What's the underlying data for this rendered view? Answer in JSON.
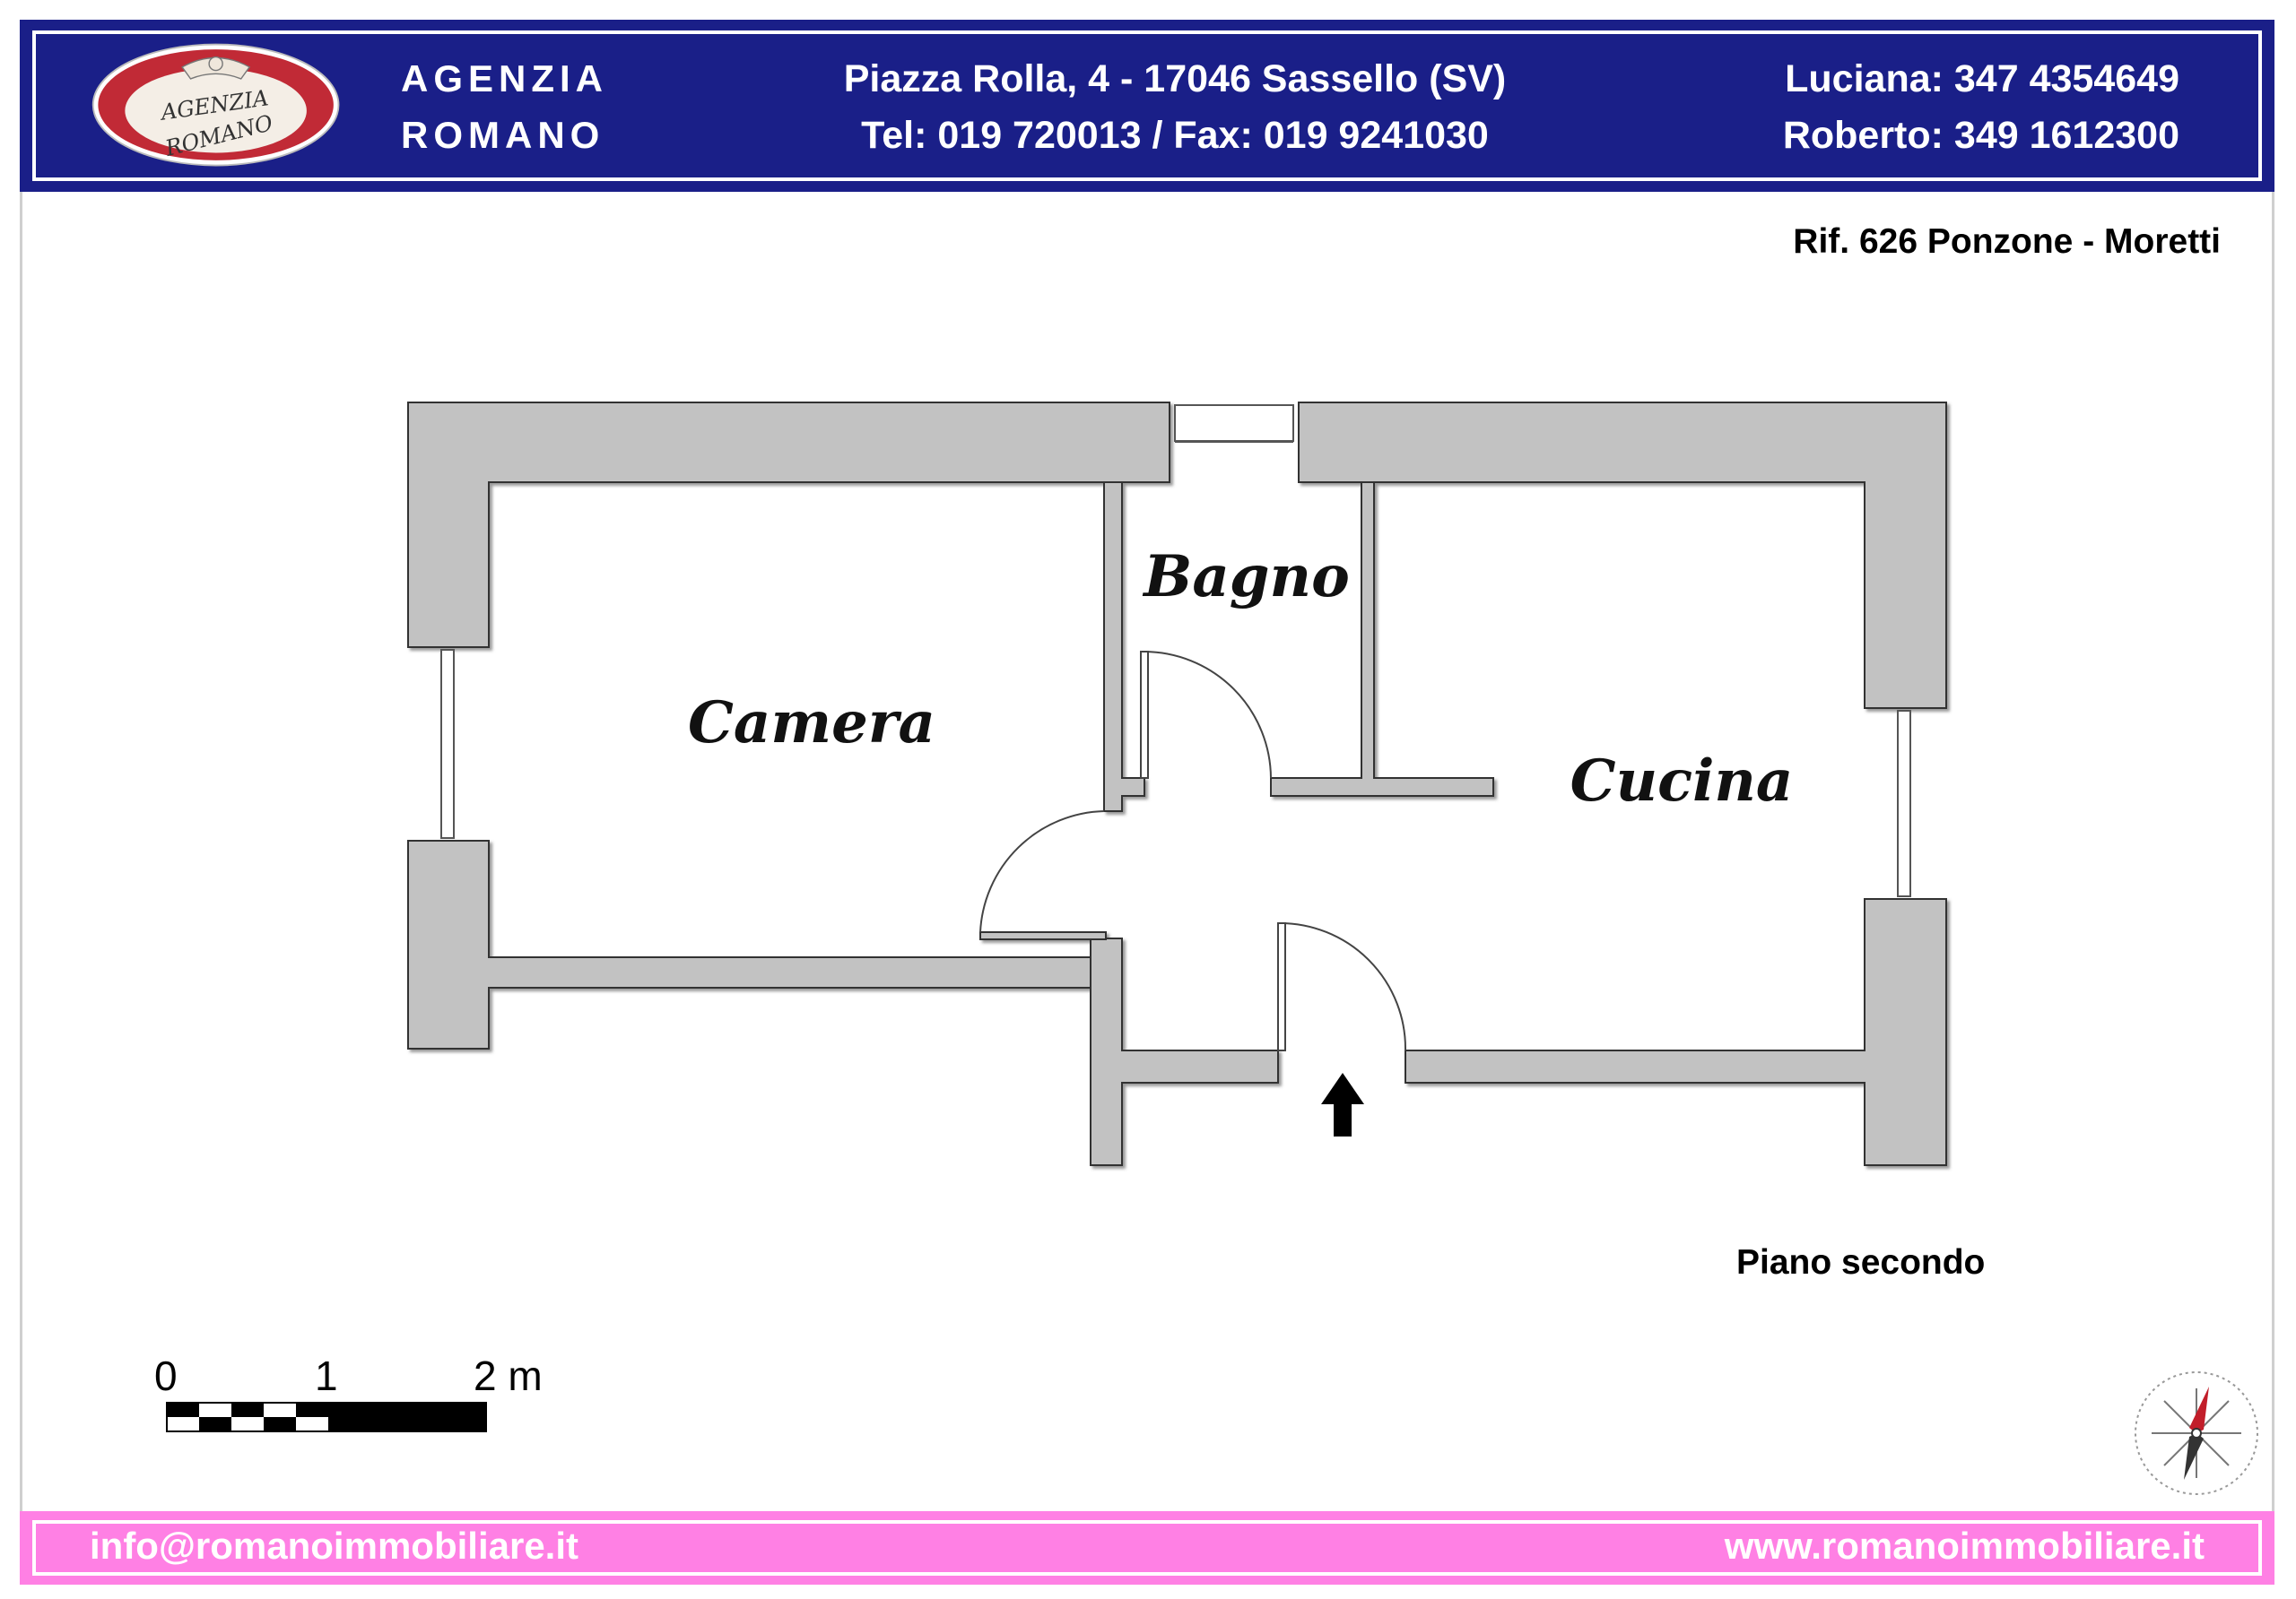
{
  "header": {
    "logo_text": [
      "AGENZIA",
      "ROMANO"
    ],
    "agency_line1": "AGENZIA",
    "agency_line2": "ROMANO",
    "address": "Piazza Rolla, 4 - 17046 Sassello (SV)",
    "phone_fax": "Tel: 019 720013 / Fax: 019 9241030",
    "contact1": "Luciana: 347 4354649",
    "contact2": "Roberto: 349 1612300"
  },
  "reference": "Rif. 626 Ponzone - Moretti",
  "rooms": {
    "camera": "Camera",
    "bagno": "Bagno",
    "cucina": "Cucina"
  },
  "floor_label": "Piano secondo",
  "scale_bar": {
    "labels": [
      "0",
      "1",
      "2 m"
    ]
  },
  "footer": {
    "email": "info@romanoimmobiliare.it",
    "website": "www.romanoimmobiliare.it"
  },
  "colors": {
    "header_bg": "#1a1f88",
    "footer_bg": "#ff80e4",
    "wall_fill": "#c2c2c2",
    "logo_red": "#b5202c"
  },
  "icons": [
    "entrance-arrow-icon",
    "compass-rose-icon"
  ]
}
